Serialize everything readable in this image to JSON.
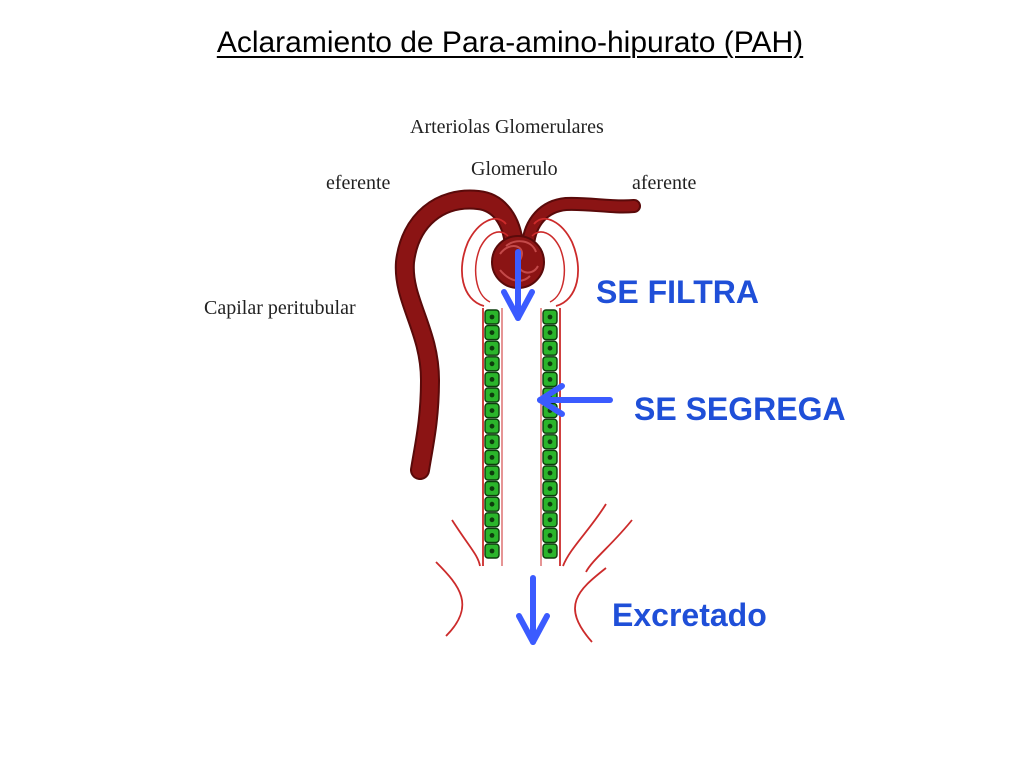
{
  "title": "Aclaramiento de Para-amino-hipurato (PAH)",
  "labels": {
    "arteriolas": "Arteriolas Glomerulares",
    "glomerulo": "Glomerulo",
    "eferente": "eferente",
    "aferente": "aferente",
    "capilar": "Capilar peritubular"
  },
  "processes": {
    "filtra": "SE FILTRA",
    "segrega": "SE SEGREGA",
    "excretado": "Excretado"
  },
  "colors": {
    "vessel": "#8b1414",
    "vessel_outline": "#5a0a0a",
    "tubule_line": "#cc2b2b",
    "cell_fill": "#2bb52b",
    "cell_outline": "#0d3d0d",
    "arrow": "#3b5bff",
    "process_text": "#1f4fd8"
  }
}
